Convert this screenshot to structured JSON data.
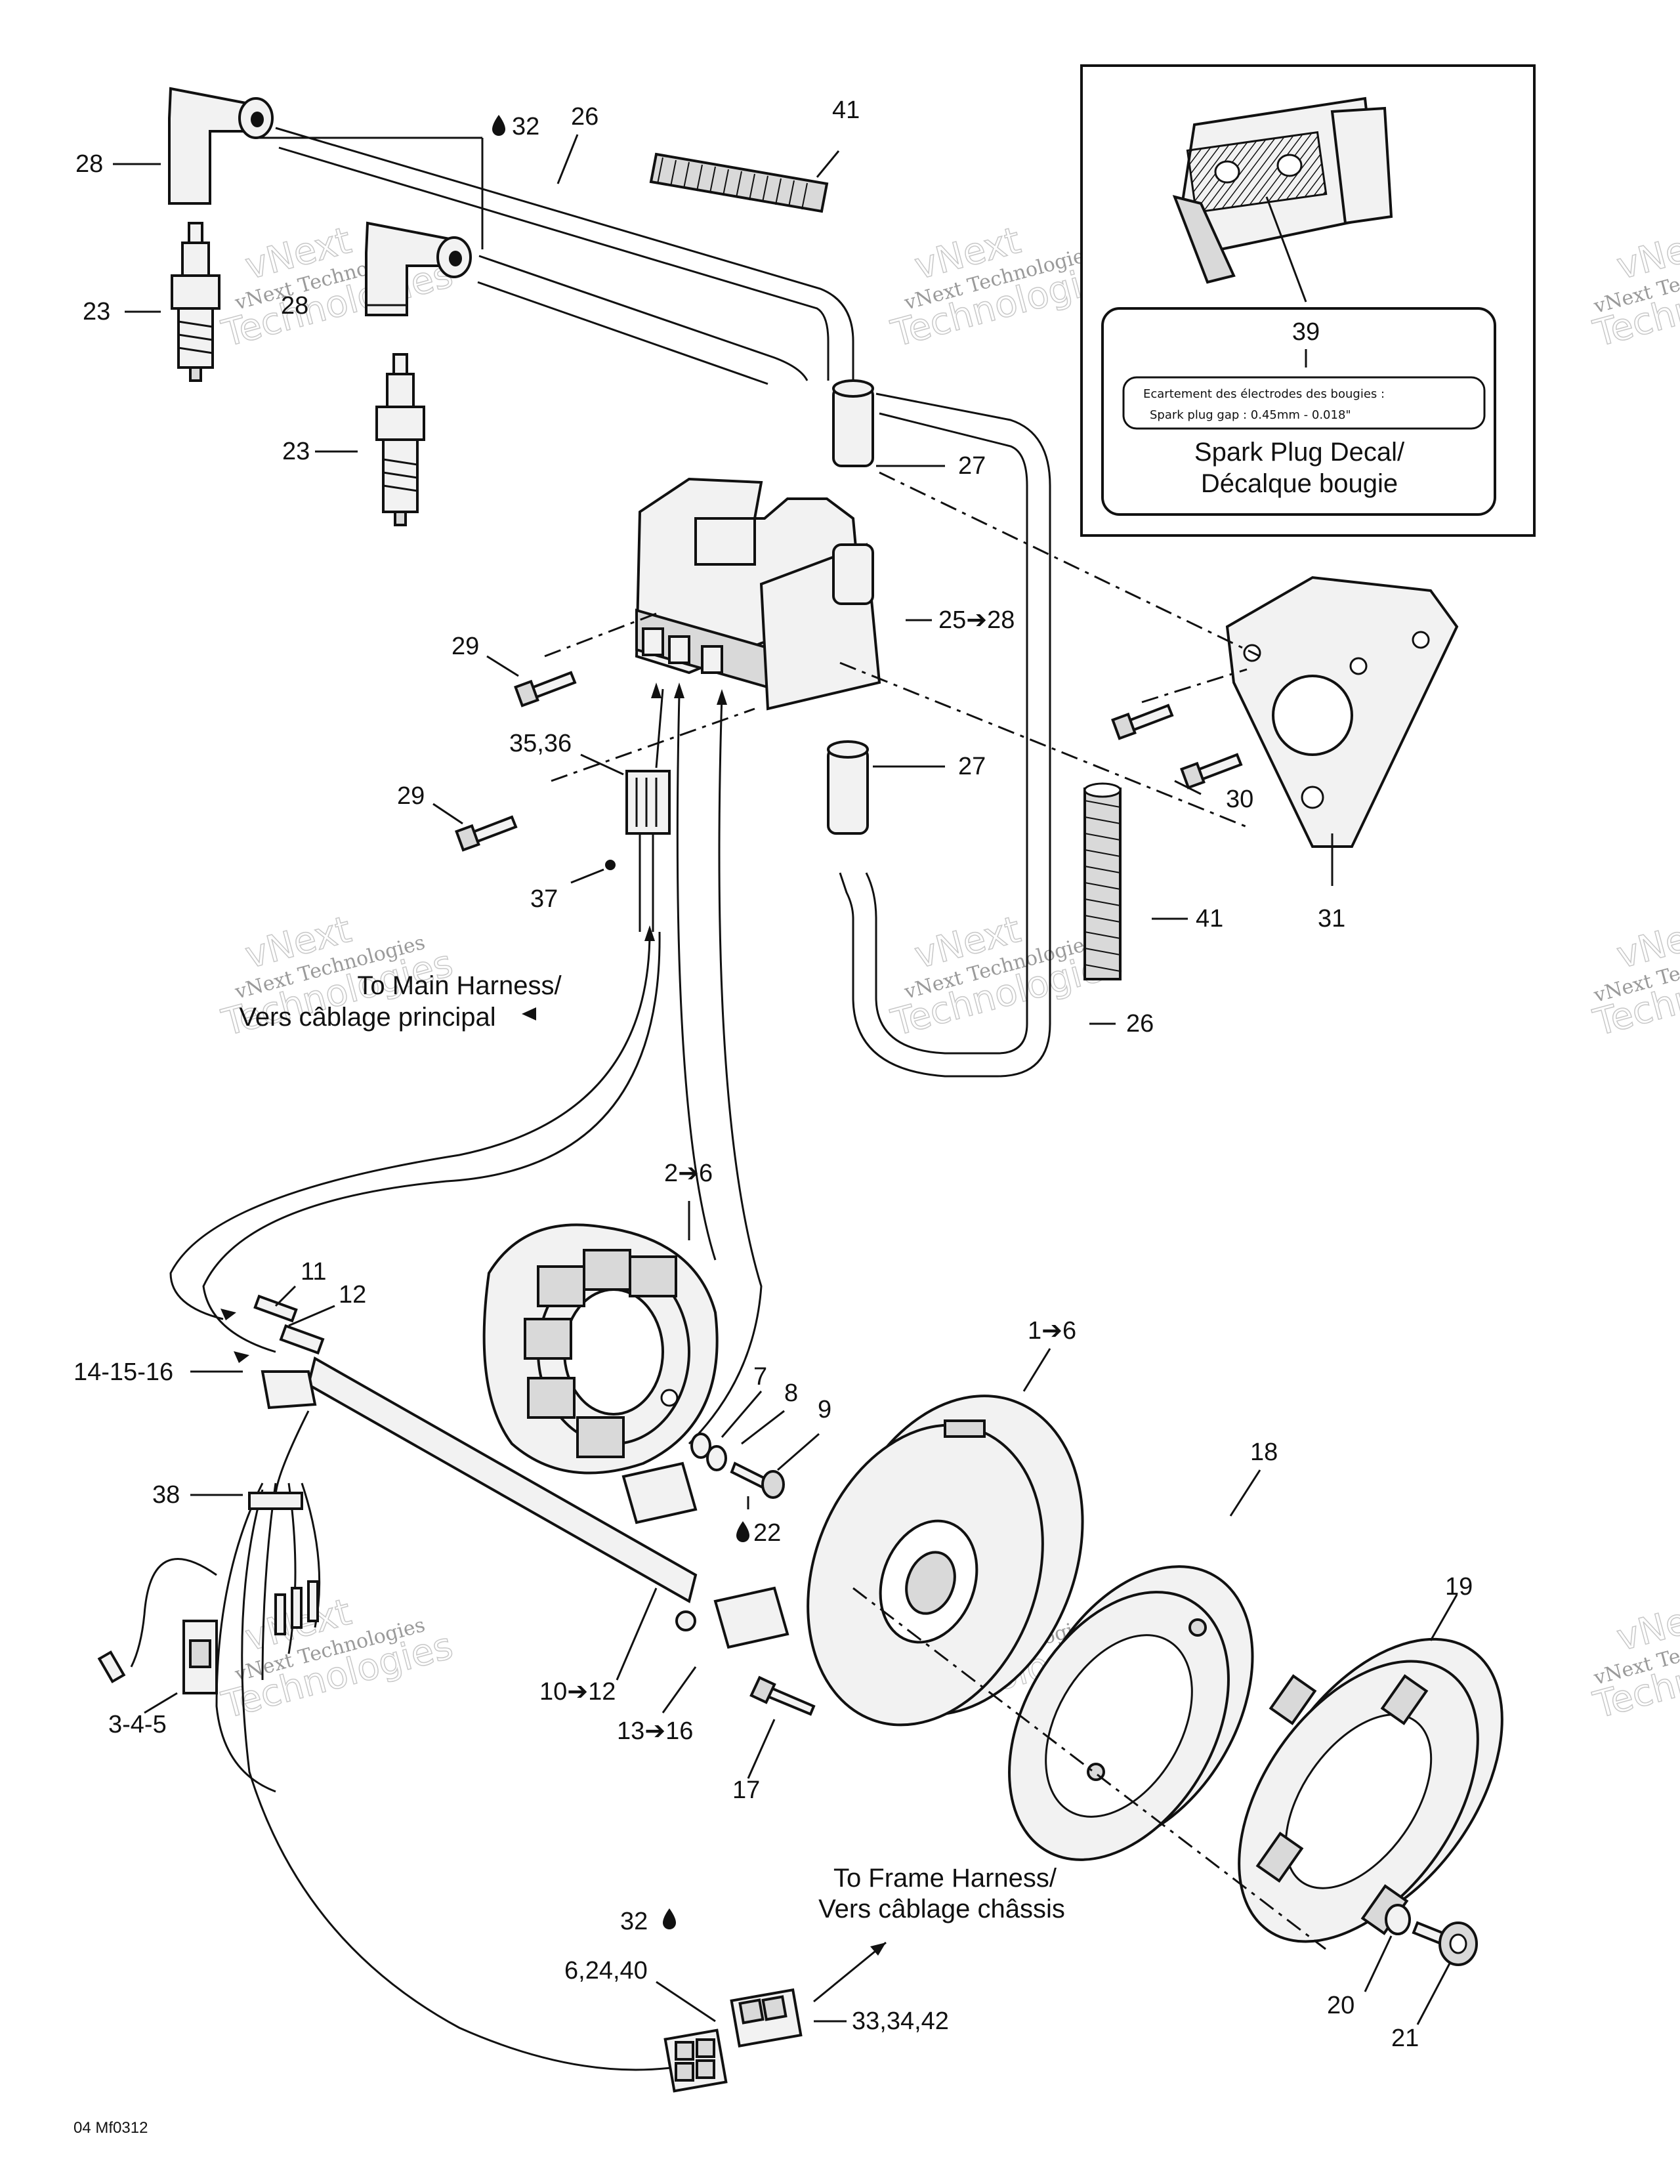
{
  "callouts": {
    "c28a": "28",
    "c32a": "32",
    "c26a": "26",
    "c41a": "41",
    "c23a": "23",
    "c28b": "28",
    "c23b": "23",
    "c27a": "27",
    "c25": "25➔28",
    "c29a": "29",
    "c35": "35,36",
    "c29b": "29",
    "c27b": "27",
    "c30": "30",
    "c37": "37",
    "c41b": "41",
    "c31": "31",
    "c26b": "26",
    "c39": "39",
    "c26": "2➔6",
    "c11": "11",
    "c12": "12",
    "c14": "14-15-16",
    "c7": "7",
    "c8": "8",
    "c9": "9",
    "c16": "1➔6",
    "c18": "18",
    "c38": "38",
    "c22": "22",
    "c19": "19",
    "c345": "3-4-5",
    "c1012": "10➔12",
    "c1316": "13➔16",
    "c17": "17",
    "c32b": "32",
    "c62440": "6,24,40",
    "c333442": "33,34,42",
    "c20": "20",
    "c21": "21"
  },
  "decal": {
    "line1": "Ecartement des électrodes des bougies :",
    "line2": "Spark plug gap :   0.45mm - 0.018\"",
    "caption1": "Spark Plug Decal/",
    "caption2": "Décalque bougie"
  },
  "notes": {
    "main_harness1": "To Main Harness/",
    "main_harness2": "Vers câblage principal",
    "frame_harness1": "To Frame Harness/",
    "frame_harness2": "Vers câblage châssis"
  },
  "watermark": {
    "line1": "vNext",
    "line2": "vNext Technologies",
    "line3": "Technologies"
  },
  "drawing_code": "04 Mf0312"
}
